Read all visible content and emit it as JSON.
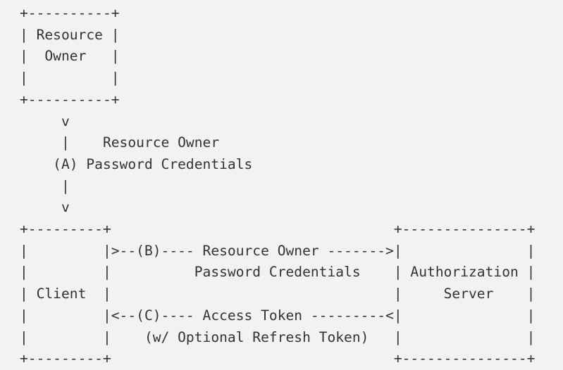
{
  "figure": {
    "kind": "ascii-art-diagram",
    "subject": "OAuth 2.0 Resource Owner Password Credentials Flow",
    "background_color": "#f2f2f2",
    "text_color": "#333333",
    "columns": 68,
    "rows": 13
  },
  "boxes": {
    "resource_owner": {
      "label_line_1": "Resource",
      "label_line_2": "Owner",
      "top_border": "+----------+",
      "bottom_border": "+----------+",
      "inner_width": 10
    },
    "client": {
      "label": "Client",
      "top_border": "+---------+",
      "bottom_border": "+---------+",
      "inner_width": 9
    },
    "authorization_server": {
      "label_line_1": "Authorization",
      "label_line_2": "Server",
      "top_border": "+---------------+",
      "bottom_border": "+---------------+",
      "inner_width": 15
    }
  },
  "flows": [
    {
      "step": "(A)",
      "label_line_1": "Resource Owner",
      "label_line_2": "Password Credentials",
      "direction": "down",
      "from": "Resource Owner",
      "to": "Client"
    },
    {
      "step": "(B)",
      "label_line_1": "Resource Owner",
      "label_line_2": "Password Credentials",
      "direction": "right",
      "from": "Client",
      "to": "Authorization Server"
    },
    {
      "step": "(C)",
      "label_line_1": "Access Token",
      "label_line_2": "(w/ Optional Refresh Token)",
      "direction": "left",
      "from": "Authorization Server",
      "to": "Client"
    }
  ],
  "ascii": {
    "lines": [
      "+----------+",
      "| Resource |",
      "|  Owner   |",
      "|          |",
      "+----------+",
      "     v",
      "     |    Resource Owner",
      "    (A) Password Credentials",
      "     |",
      "     v",
      "+---------+                                  +---------------+",
      "|         |>--(B)---- Resource Owner ------->|               |",
      "|         |          Password Credentials    | Authorization |",
      "| Client  |                                  |     Server    |",
      "|         |<--(C)---- Access Token ---------<|               |",
      "|         |    (w/ Optional Refresh Token)   |               |",
      "+---------+                                  +---------------+"
    ],
    "text": "+----------+\n| Resource |\n|  Owner   |\n|          |\n+----------+\n     v\n     |    Resource Owner\n    (A) Password Credentials\n     |\n     v\n+---------+                       +---------------+\n|         |>--(B)---- Resource Owner ------->|               |\n|         |          Password Credentials    | Authorization |\n| Client  |                       |     Server    |\n|         |<--(C)---- Access Token ---------<|               |\n|         |    (w/ Optional Refresh Token)   |               |\n+---------+                       +---------------+"
  },
  "rendered_rows": [
    "+----------+",
    "| Resource |",
    "|  Owner   |",
    "|          |",
    "+----------+",
    "     v",
    "     |    Resource Owner",
    "    (A) Password Credentials",
    "     |",
    "     v",
    "+---------+                            +---------------+",
    "|         |>--(B)---- Resource Owner ------->|               |",
    "|         |          Password Credentials    | Authorization |",
    "| Client  |                            |     Server    |",
    "|         |<--(C)---- Access Token ---------<|               |",
    "|         |    (w/ Optional Refresh Token)   |               |",
    "+---------+                            +---------------+"
  ],
  "diagram_text": "+----------+\n| Resource |\n|  Owner   |\n|          |\n+----------+\n     v\n     |    Resource Owner\n    (A) Password Credentials\n     |\n     v\n+---------+                                  +---------------+\n|         |>--(B)---- Resource Owner ------->|               |\n|         |          Password Credentials    | Authorization |\n| Client  |                                  |     Server    |\n|         |<--(C)---- Access Token ---------<|               |\n|         |    (w/ Optional Refresh Token)   |               |\n+---------+                                  +---------------+"
}
